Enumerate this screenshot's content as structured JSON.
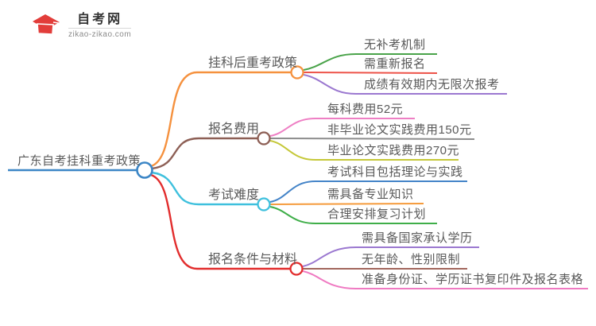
{
  "logo": {
    "site_name": "自考网",
    "site_url": "zikao-zikao.com",
    "icon_colors": {
      "crescent_blue": "#2472b8",
      "cap_red": "#e23d3a"
    }
  },
  "mindmap": {
    "root": {
      "label": "广东自考挂科重考政策",
      "color": "#3c86c6"
    },
    "branches": [
      {
        "label": "挂科后重考政策",
        "color": "#f5913e",
        "children": [
          {
            "label": "无补考机制",
            "color": "#4aa34a"
          },
          {
            "label": "需重新报名",
            "color": "#ed5248"
          },
          {
            "label": "成绩有效期内无限次报考",
            "color": "#9b78d0"
          }
        ]
      },
      {
        "label": "报名费用",
        "color": "#8d5f55",
        "children": [
          {
            "label": "每科费用52元",
            "color": "#ee7fc4"
          },
          {
            "label": "非毕业论文实践费用150元",
            "color": "#8c8c8c"
          },
          {
            "label": "毕业论文实践费用270元",
            "color": "#c5c838"
          }
        ]
      },
      {
        "label": "考试难度",
        "color": "#3ec0dd",
        "children": [
          {
            "label": "考试科目包括理论与实践",
            "color": "#4484c8"
          },
          {
            "label": "需具备专业知识",
            "color": "#f59b3c"
          },
          {
            "label": "合理安排复习计划",
            "color": "#3fae49"
          }
        ]
      },
      {
        "label": "报名条件与材料",
        "color": "#e22d2d",
        "children": [
          {
            "label": "需具备国家承认学历",
            "color": "#9b78d0"
          },
          {
            "label": "无年龄、性别限制",
            "color": "#a2665c"
          },
          {
            "label": "准备身份证、学历证书复印件及报名表格",
            "color": "#ef7ac2"
          }
        ]
      }
    ]
  }
}
